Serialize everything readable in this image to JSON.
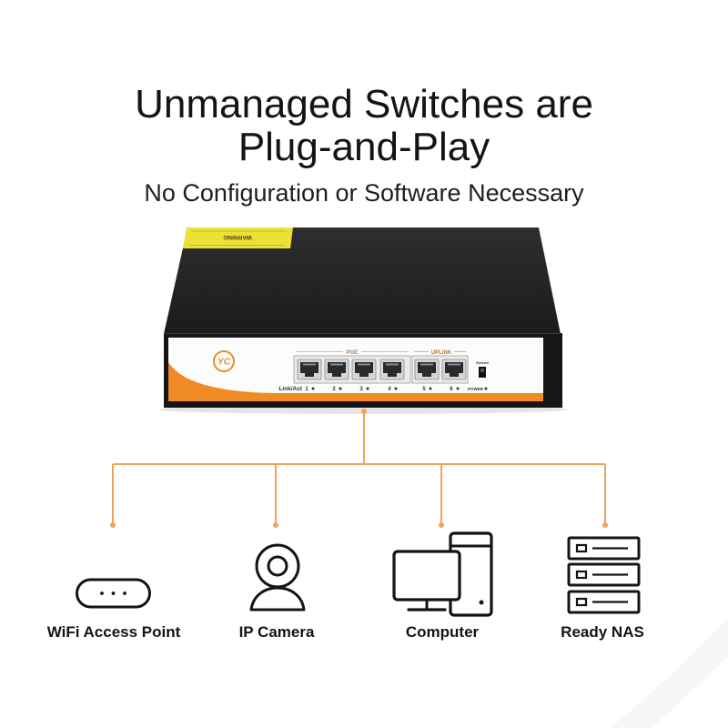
{
  "title": {
    "line1": "Unmanaged Switches are",
    "line2": "Plug-and-Play"
  },
  "subtitle": "No Configuration or Software Necessary",
  "switch_panel": {
    "sticker_text": "WARNING",
    "logo_text": "YC",
    "poe_label": "POE",
    "uplink_label": "UPLINK",
    "link_act_label": "Link/Act",
    "port_numbers": [
      "1",
      "2",
      "3",
      "4",
      "5",
      "6"
    ],
    "power_label": "POWER",
    "extend_label": "Extend"
  },
  "devices": [
    {
      "label": "WiFi Access Point",
      "icon": "wifi-access-point-icon"
    },
    {
      "label": "IP Camera",
      "icon": "ip-camera-icon"
    },
    {
      "label": "Computer",
      "icon": "computer-icon"
    },
    {
      "label": "Ready NAS",
      "icon": "nas-icon"
    }
  ],
  "colors": {
    "connector": "#f2a35a",
    "switch_orange": "#ef8a24",
    "switch_body": "#161616",
    "sticker": "#ece235",
    "ink": "#141414"
  }
}
